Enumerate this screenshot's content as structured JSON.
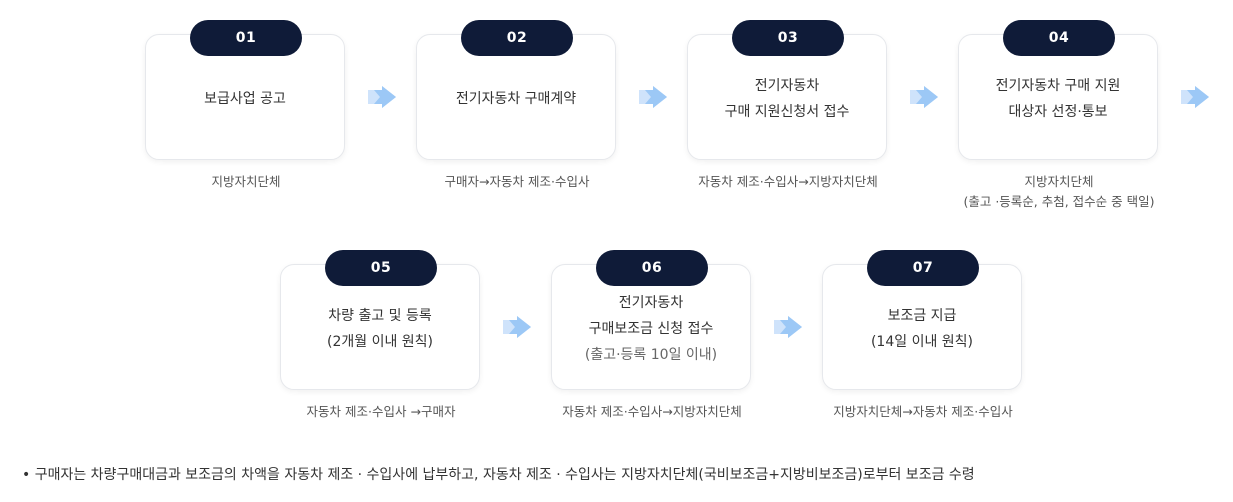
{
  "steps": [
    {
      "number": "01",
      "lines": [
        "보급사업 공고"
      ],
      "note": "",
      "caption": [
        "지방자치단체"
      ]
    },
    {
      "number": "02",
      "lines": [
        "전기자동차 구매계약"
      ],
      "note": "",
      "caption": [
        "구매자→자동차 제조·수입사"
      ]
    },
    {
      "number": "03",
      "lines": [
        "전기자동차",
        "구매 지원신청서 접수"
      ],
      "note": "",
      "caption": [
        "자동차 제조·수입사→지방자치단체"
      ]
    },
    {
      "number": "04",
      "lines": [
        "전기자동차 구매 지원",
        "대상자 선정·통보"
      ],
      "note": "",
      "caption": [
        "지방자치단체",
        "(출고 ·등록순, 추첨, 접수순 중 택일)"
      ]
    },
    {
      "number": "05",
      "lines": [
        "차량 출고 및 등록",
        "(2개월 이내 원칙)"
      ],
      "note": "",
      "caption": [
        "자동차 제조·수입사 →구매자"
      ]
    },
    {
      "number": "06",
      "lines": [
        "전기자동차",
        "구매보조금 신청 접수"
      ],
      "note": "(출고·등록 10일 이내)",
      "caption": [
        "자동차 제조·수입사→지방자치단체"
      ]
    },
    {
      "number": "07",
      "lines": [
        "보조금 지급",
        "(14일 이내 원칙)"
      ],
      "note": "",
      "caption": [
        "지방자치단체→자동차 제조·수입사"
      ]
    }
  ],
  "footnote": "• 구매자는 차량구매대금과 보조금의 차액을 자동차 제조 · 수입사에 납부하고, 자동차 제조 · 수입사는 지방자치단체(국비보조금+지방비보조금)로부터 보조금 수령",
  "colors": {
    "badge": "#0f1b38",
    "arrow_light": "#cfe3fb",
    "arrow_dark": "#9cc8f6"
  }
}
